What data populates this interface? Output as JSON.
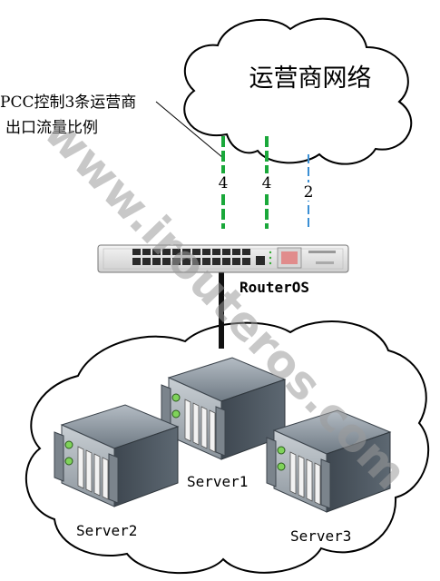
{
  "diagram": {
    "isp_cloud_label": "运营商网络",
    "annotation_line1": "PCC控制3条运营商",
    "annotation_line2": "出口流量比例",
    "link_weights": [
      "4",
      "4",
      "2"
    ],
    "router_label": "RouterOS",
    "servers": [
      "Server1",
      "Server2",
      "Server3"
    ],
    "watermark": "www.irouteros.com"
  },
  "colors": {
    "link_green": "#1aa83a",
    "link_blue": "#3b8fd4",
    "uplink_black": "#111111",
    "server_dark": "#4d5761"
  }
}
